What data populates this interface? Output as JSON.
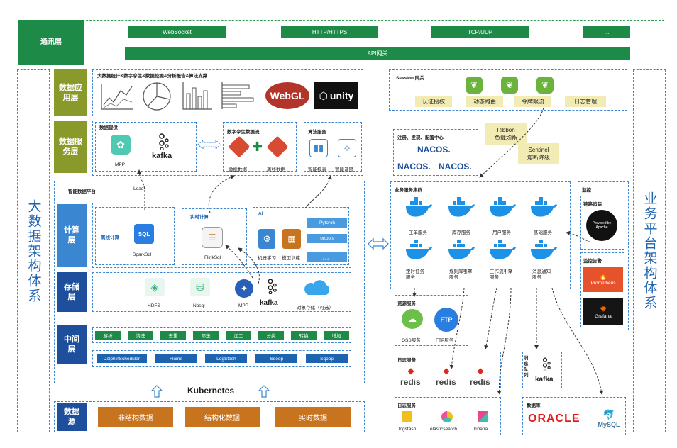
{
  "comm": {
    "label": "通讯层",
    "protocols": [
      "WebSocket",
      "HTTP/HTTPS",
      "TCP/UDP",
      "..."
    ],
    "gateway": "API网关"
  },
  "left_title": "大数据架构体系",
  "right_title": "业务平台架构体系",
  "data_app": {
    "label": "数据应用层",
    "header": "大数据统计&数字孪生&数据挖掘&分析报告&算法支撑",
    "logos": [
      "WebGL",
      "unity"
    ]
  },
  "data_service": {
    "label": "数据服务层",
    "provide_title": "数据提供",
    "mpp": "MPP",
    "kafka": "kafka",
    "twin_title": "数字孪生数据流",
    "twin_items": [
      "微批数据",
      "离线数据"
    ],
    "algo_title": "算法服务",
    "algo_items": [
      "智能报表",
      "智能调度"
    ]
  },
  "platform_title": "智能数据平台",
  "load_label": "Load",
  "compute": {
    "label": "计算层",
    "offline_title": "离线计算",
    "sparksql": "SparkSql",
    "realtime_title": "实时计算",
    "flinksql": "FlinkSql",
    "ai_title": "AI",
    "ai_items": [
      "机器学习",
      "模型训练"
    ],
    "ai_libs": [
      "Pytorch",
      "ortools",
      "。。。"
    ]
  },
  "storage": {
    "label": "存储层",
    "items": [
      "HDFS",
      "Nosql",
      "MPP",
      "kafka",
      "对象存储（可选）"
    ]
  },
  "middleware": {
    "label": "中间层",
    "ops": [
      "解析",
      "清洗",
      "去重",
      "筛选",
      "加工",
      "分类",
      "转换",
      "增加"
    ],
    "tools": [
      "DolphinScheduler",
      "Flume",
      "LogStash",
      "Sqoop",
      "Sqoop"
    ]
  },
  "kubernetes": "Kubernetes",
  "datasource": {
    "label": "数据源",
    "items": [
      "非结构数据",
      "结构化数据",
      "实时数据"
    ]
  },
  "session": {
    "title": "Session 网关",
    "items": [
      "认证授权",
      "动态路由",
      "令牌限流",
      "日志管理"
    ]
  },
  "registry": {
    "title": "注册、发现、配置中心",
    "nacos": [
      "NACOS.",
      "NACOS.",
      "NACOS."
    ]
  },
  "ribbon": [
    "Ribbon",
    "负载均衡"
  ],
  "sentinel": [
    "Sentinel",
    "熔断降级"
  ],
  "cluster": {
    "title": "业务服务集群",
    "row1": [
      "工单服务",
      "库存服务",
      "用户服务",
      "基础服务"
    ],
    "row2": [
      "定时任务服务",
      "规则库引擎服务",
      "工作流引擎服务",
      "消息通知服务"
    ]
  },
  "monitor": {
    "title": "监控",
    "trace_title": "链路追踪",
    "alert_title": "监控告警",
    "prometheus": "Prometheus",
    "grafana": "Grafana",
    "skywalking": "Powered by Apache"
  },
  "resources": {
    "title": "资源服务",
    "items": [
      "OSS服务",
      "FTP服务"
    ],
    "ftp": "FTP"
  },
  "logsvc": {
    "title": "日志服务",
    "redis": [
      "redis",
      "redis",
      "redis"
    ]
  },
  "mq": {
    "title": "消息队列",
    "kafka": "kafka"
  },
  "logs2": {
    "title": "日志服务",
    "items": [
      "logstash",
      "elasticsearch",
      "kibana"
    ]
  },
  "db": {
    "title": "数据库",
    "oracle": "ORACLE",
    "mysql": "MySQL"
  },
  "colors": {
    "green": "#1e8a48",
    "blue": "#1e63b0",
    "olive": "#8a9a2a",
    "orange": "#c8741e",
    "dash_blue": "#3a86d1"
  }
}
